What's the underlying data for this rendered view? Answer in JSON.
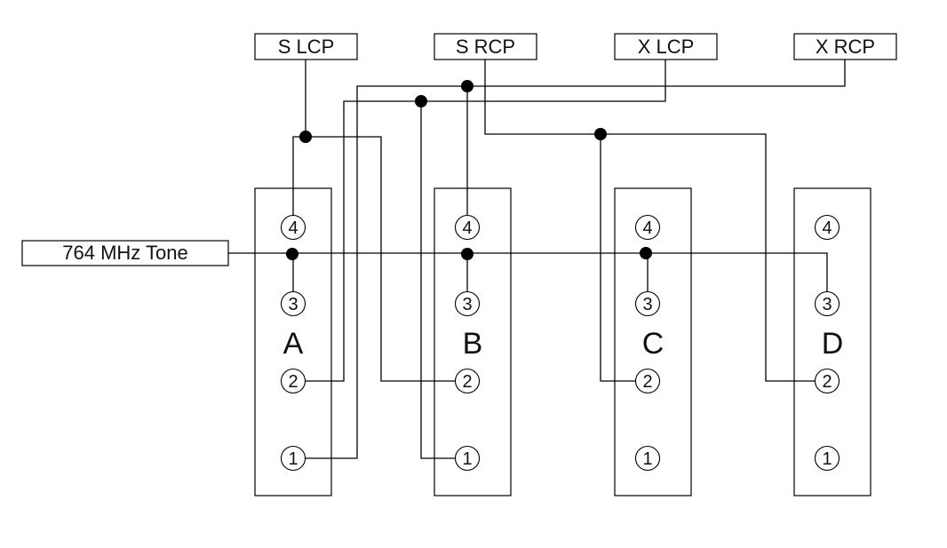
{
  "diagram": {
    "sources": [
      {
        "id": "s-lcp",
        "label": "S LCP"
      },
      {
        "id": "s-rcp",
        "label": "S RCP"
      },
      {
        "id": "x-lcp",
        "label": "X LCP"
      },
      {
        "id": "x-rcp",
        "label": "X RCP"
      }
    ],
    "tone": {
      "label": "764 MHz Tone"
    },
    "panels": [
      {
        "id": "A",
        "label": "A",
        "ports": [
          "4",
          "3",
          "2",
          "1"
        ]
      },
      {
        "id": "B",
        "label": "B",
        "ports": [
          "4",
          "3",
          "2",
          "1"
        ]
      },
      {
        "id": "C",
        "label": "C",
        "ports": [
          "4",
          "3",
          "2",
          "1"
        ]
      },
      {
        "id": "D",
        "label": "D",
        "ports": [
          "4",
          "3",
          "2",
          "1"
        ]
      }
    ],
    "connections": [
      {
        "from": "S LCP",
        "to": [
          "A.4",
          "B.2"
        ]
      },
      {
        "from": "S RCP",
        "to": [
          "C.2",
          "D.2"
        ]
      },
      {
        "from": "X LCP",
        "to": [
          "A.2",
          "B.1"
        ]
      },
      {
        "from": "X RCP",
        "to": [
          "A.1",
          "B.4"
        ]
      },
      {
        "from": "764 MHz Tone",
        "to": [
          "A.3",
          "B.3",
          "C.3",
          "D.3"
        ]
      }
    ]
  }
}
